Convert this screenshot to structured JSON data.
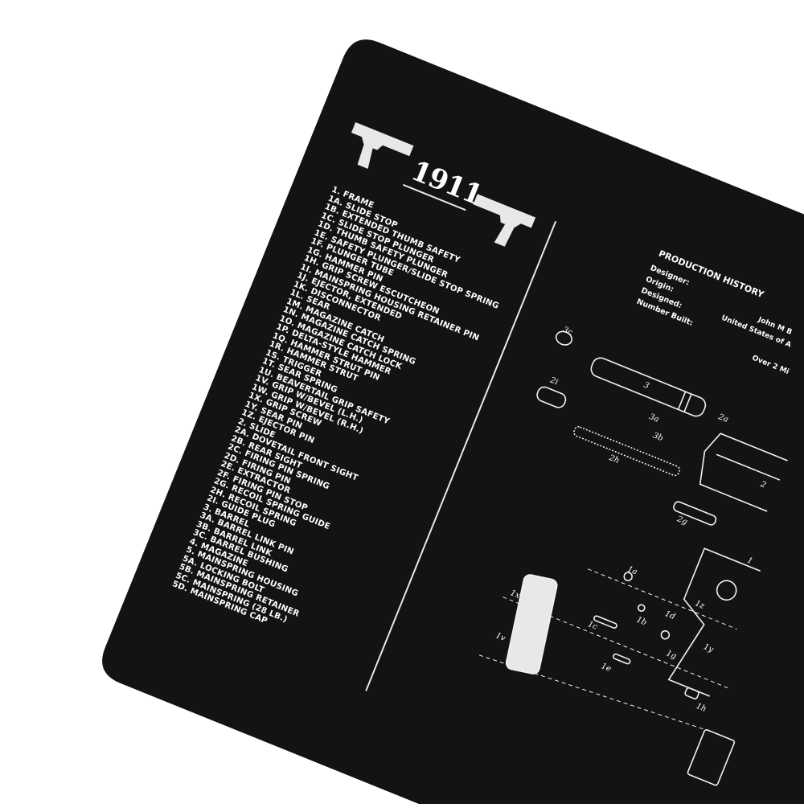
{
  "mat": {
    "title": "1911",
    "background_color": "#121315",
    "parts_list": [
      "1. FRAME",
      "1A. SLIDE STOP",
      "1B. EXTENDED THUMB SAFETY",
      "1C. SLIDE STOP PLUNGER",
      "1D. THUMB SAFETY PLUNGER",
      "1E. SAFETY PLUNGER/SLIDE STOP SPRING",
      "1F. PLUNGER TUBE",
      "1G. HAMMER PIN",
      "1H. GRIP SCREW ESCUTCHEON",
      "1I. MAINSPRING HOUSING RETAINER PIN",
      "1J. EJECTOR, EXTENDED",
      "1K. DISCONNECTOR",
      "1L. SEAR",
      "1M. MAGAZINE CATCH",
      "1N. MAGAZINE CATCH SPRING",
      "1O. MAGAZINE CATCH LOCK",
      "1P. DELTA-STYLE HAMMER",
      "1Q. HAMMER STRUT PIN",
      "1R. HAMMER STRUT",
      "1S. TRIGGER",
      "1T. SEAR SPRING",
      "1U. BEAVERTAIL GRIP SAFETY",
      "1V. GRIP W/BEVEL (L.H.)",
      "1W. GRIP W/BEVEL (R.H.)",
      "1X. GRIP SCREW",
      "1Y. SEAR PIN",
      "1Z. EJECTOR PIN",
      "2. SLIDE",
      "2A. DOVETAIL FRONT SIGHT",
      "2B. REAR SIGHT",
      "2C. FIRING PIN SPRING",
      "2D. FIRING PIN",
      "2E. EXTRACTOR",
      "2F. FIRING PIN STOP",
      "2G. RECOIL SPRING GUIDE",
      "2H. RECOIL SPRING",
      "2I. GUIDE PLUG",
      "3. BARREL",
      "3A. BARREL LINK PIN",
      "3B. BARREL LINK",
      "3C. BARREL BUSHING",
      "4. MAGAZINE",
      "5. MAINSPRING HOUSING",
      "5A. LOCKING BOLT",
      "5B. MAINSPRING RETAINER",
      "5C. MAINSPRING (28 LB.)",
      "5D. MAINSPRING CAP"
    ],
    "production_history": {
      "title": "PRODUCTION HISTORY",
      "labels": [
        "Designer:",
        "Origin:",
        "Designed:",
        "Number Built:"
      ],
      "values": [
        "John M B",
        "United States of A",
        "",
        "Over 2 Mi"
      ]
    },
    "diagram_labels": [
      "3c",
      "3",
      "2i",
      "2h",
      "3a",
      "3b",
      "2a",
      "2g",
      "2",
      "1x",
      "1v",
      "1c",
      "1e",
      "1a",
      "1h",
      "1",
      "1b",
      "1d",
      "1z",
      "1g",
      "1y"
    ]
  }
}
